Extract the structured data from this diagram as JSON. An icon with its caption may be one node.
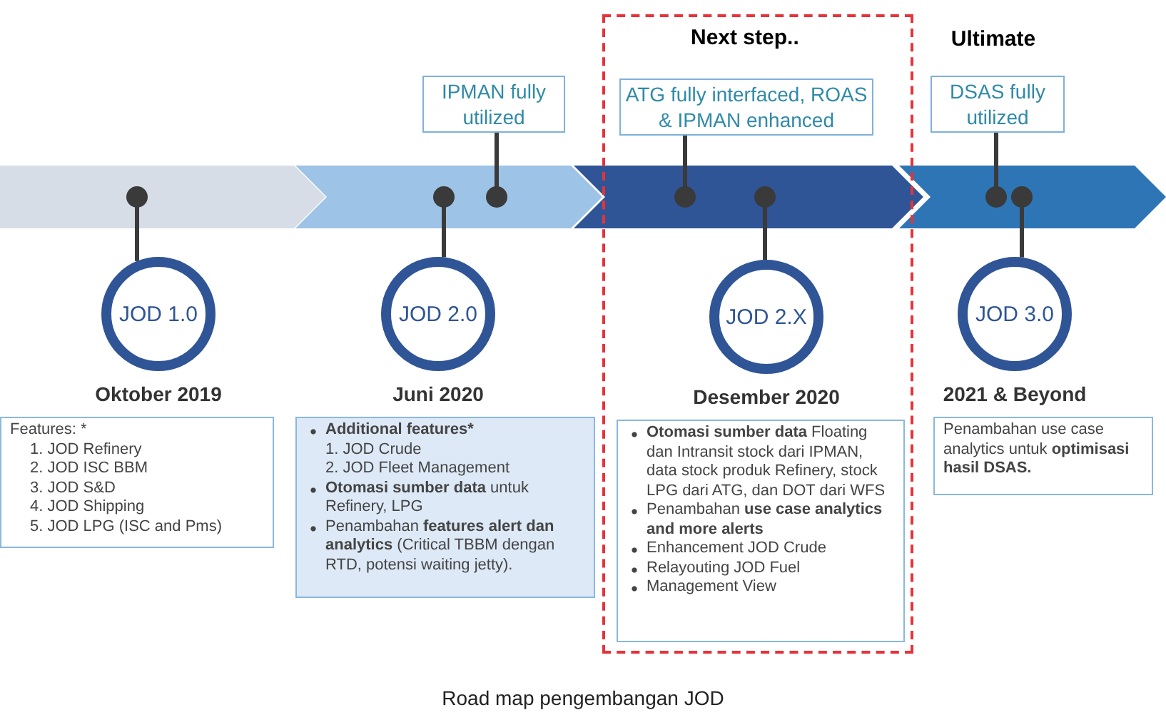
{
  "diagram": {
    "caption": "Road map pengembangan JOD",
    "nodes": [
      {
        "text": [
          "Next step.."
        ]
      },
      {
        "text": [
          "IPMAN fully utilized"
        ]
      },
      {
        "text": [
          "ATG fully interfaced, ROAS & IPMAN enhanced"
        ],
        "in": 0
      },
      {
        "text": [
          "DSAS fully utilized"
        ]
      },
      {
        "text": [],
        "shape": "chevron"
      },
      {
        "text": [],
        "shape": "chevron"
      },
      {
        "text": [],
        "shape": "chevron"
      },
      {
        "text": [],
        "shape": "chevron"
      },
      {
        "text": [
          "JOD 1.0"
        ],
        "beside": [
          "Oktober 2019"
        ]
      },
      {
        "text": [
          "JOD 2.0"
        ],
        "beside": [
          "Juni 2020"
        ]
      },
      {
        "text": [
          "JOD 2.X"
        ],
        "beside": [
          "Desember 2020"
        ],
        "in": 0
      },
      {
        "text": [
          "JOD 3.0"
        ],
        "beside": [
          "2021 & Beyond"
        ]
      },
      {
        "text": [
          "Features: *",
          "1. JOD Refinery",
          "2. JOD ISC BBM",
          "3. JOD S&D",
          "4. JOD Shipping",
          "5. JOD LPG (ISC and Pms)"
        ]
      },
      {
        "text": [
          "Additional features*",
          "1. JOD Crude",
          "2. JOD Fleet Management",
          "**Otomasi sumber data** untuk Refinery, LPG",
          "Penambahan **features alert dan analytics** (Critical TBBM dengan RTD, potensi waiting jetty)."
        ]
      },
      {
        "text": [
          "**Otomasi sumber data** Floating dan Intransit stock dari IPMAN, data stock produk Refinery, stock LPG dari ATG, dan DOT dari WFS",
          "Penambahan **use case analytics and more alerts**",
          "Enhancement JOD Crude",
          "Relayouting JOD Fuel",
          "Management View"
        ],
        "in": 0
      },
      {
        "text": [
          "Penambahan use case analytics untuk **optimisasi hasil DSAS.**"
        ]
      }
    ],
    "edges": [
      {
        "from": 1,
        "to": 5,
        "arrow": "other"
      },
      {
        "from": 2,
        "to": 6,
        "arrow": "other"
      },
      {
        "from": 3,
        "to": 7,
        "arrow": "other"
      },
      {
        "from": 4,
        "to": 8,
        "arrow": "other"
      },
      {
        "from": 5,
        "to": 9,
        "arrow": "other"
      },
      {
        "from": 6,
        "to": 10,
        "arrow": "other"
      },
      {
        "from": 7,
        "to": 11,
        "arrow": "other"
      }
    ],
    "labels": [
      "Ultimate"
    ]
  }
}
